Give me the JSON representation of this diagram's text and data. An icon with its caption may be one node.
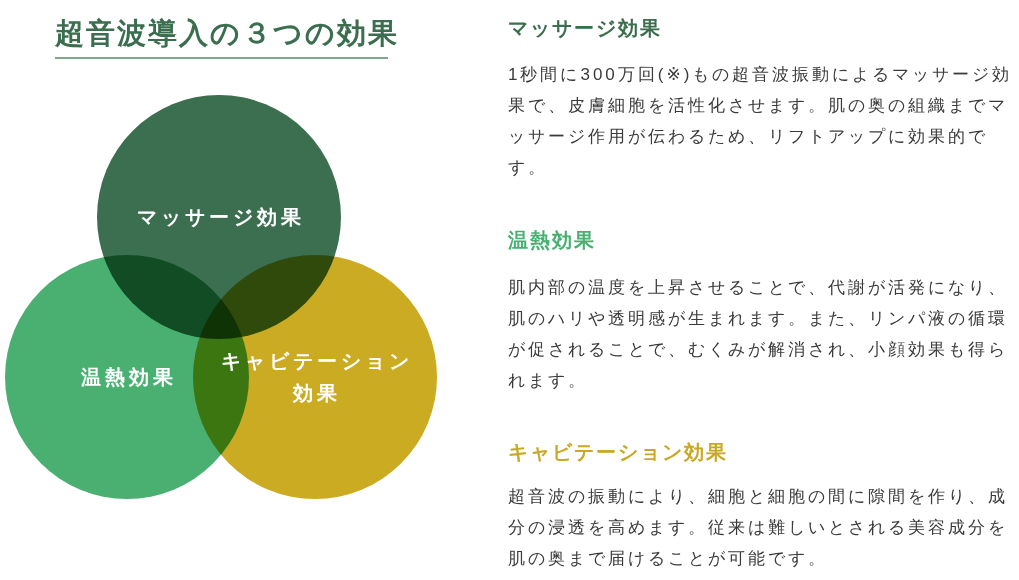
{
  "diagram": {
    "title": "超音波導入の３つの効果",
    "nodes": [
      {
        "text": [
          "マッサージ効果"
        ]
      },
      {
        "text": [
          "温熱効果"
        ]
      },
      {
        "text": [
          "キャビテーション効果"
        ]
      }
    ],
    "labels": [
      "マッサージ効果",
      "1秒間に300万回(※)もの超音波振動によるマッサージ効果で、皮膚細胞を活性化させます。肌の奥の組織までマッサージ作用が伝わるため、リフトアップに効果的です。",
      "温熱効果",
      "肌内部の温度を上昇させることで、代謝が活発になり、肌のハリや透明感が生まれます。また、リンパ液の循環が促されることで、むくみが解消され、小顔効果も得られます。",
      "キャビテーション効果",
      "超音波の振動により、細胞と細胞の間に隙間を作り、成分の浸透を高めます。従来は難しいとされる美容成分を肌の奥まで届けることが可能です。"
    ]
  }
}
